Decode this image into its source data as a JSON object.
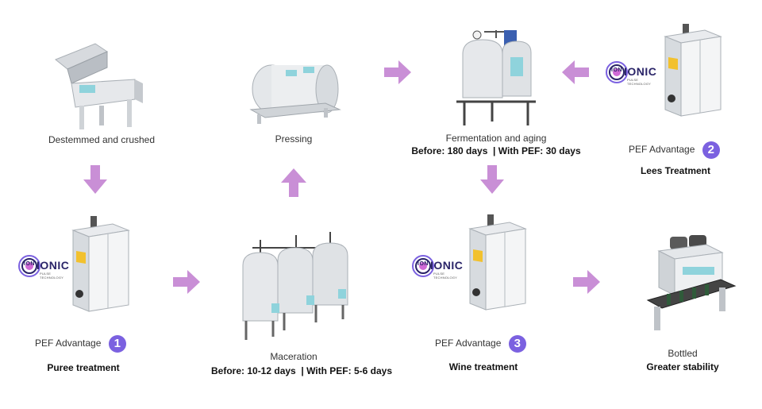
{
  "steps": {
    "destemmed": {
      "label": "Destemmed and crushed"
    },
    "pressing": {
      "label": "Pressing"
    },
    "fermentation": {
      "label": "Fermentation and aging",
      "detail": "Before: 180 days  | With PEF: 30 days"
    },
    "maceration": {
      "label": "Maceration",
      "detail": "Before: 10-12 days  | With PEF: 5-6 days"
    },
    "bottled": {
      "label": "Bottled",
      "detail": "Greater stability"
    }
  },
  "advantages": [
    {
      "label": "PEF Advantage",
      "number": "1",
      "title": "Puree treatment"
    },
    {
      "label": "PEF Advantage",
      "number": "2",
      "title": "Lees Treatment"
    },
    {
      "label": "PEF Advantage",
      "number": "3",
      "title": "Wine treatment"
    }
  ],
  "brand": {
    "name": "IONIC",
    "prefix": "ION",
    "tagline": "PULSE TECHNOLOGY"
  },
  "colors": {
    "arrow": "#c98fd6",
    "badge": "#7b61e0",
    "logo": "#2a2468"
  }
}
